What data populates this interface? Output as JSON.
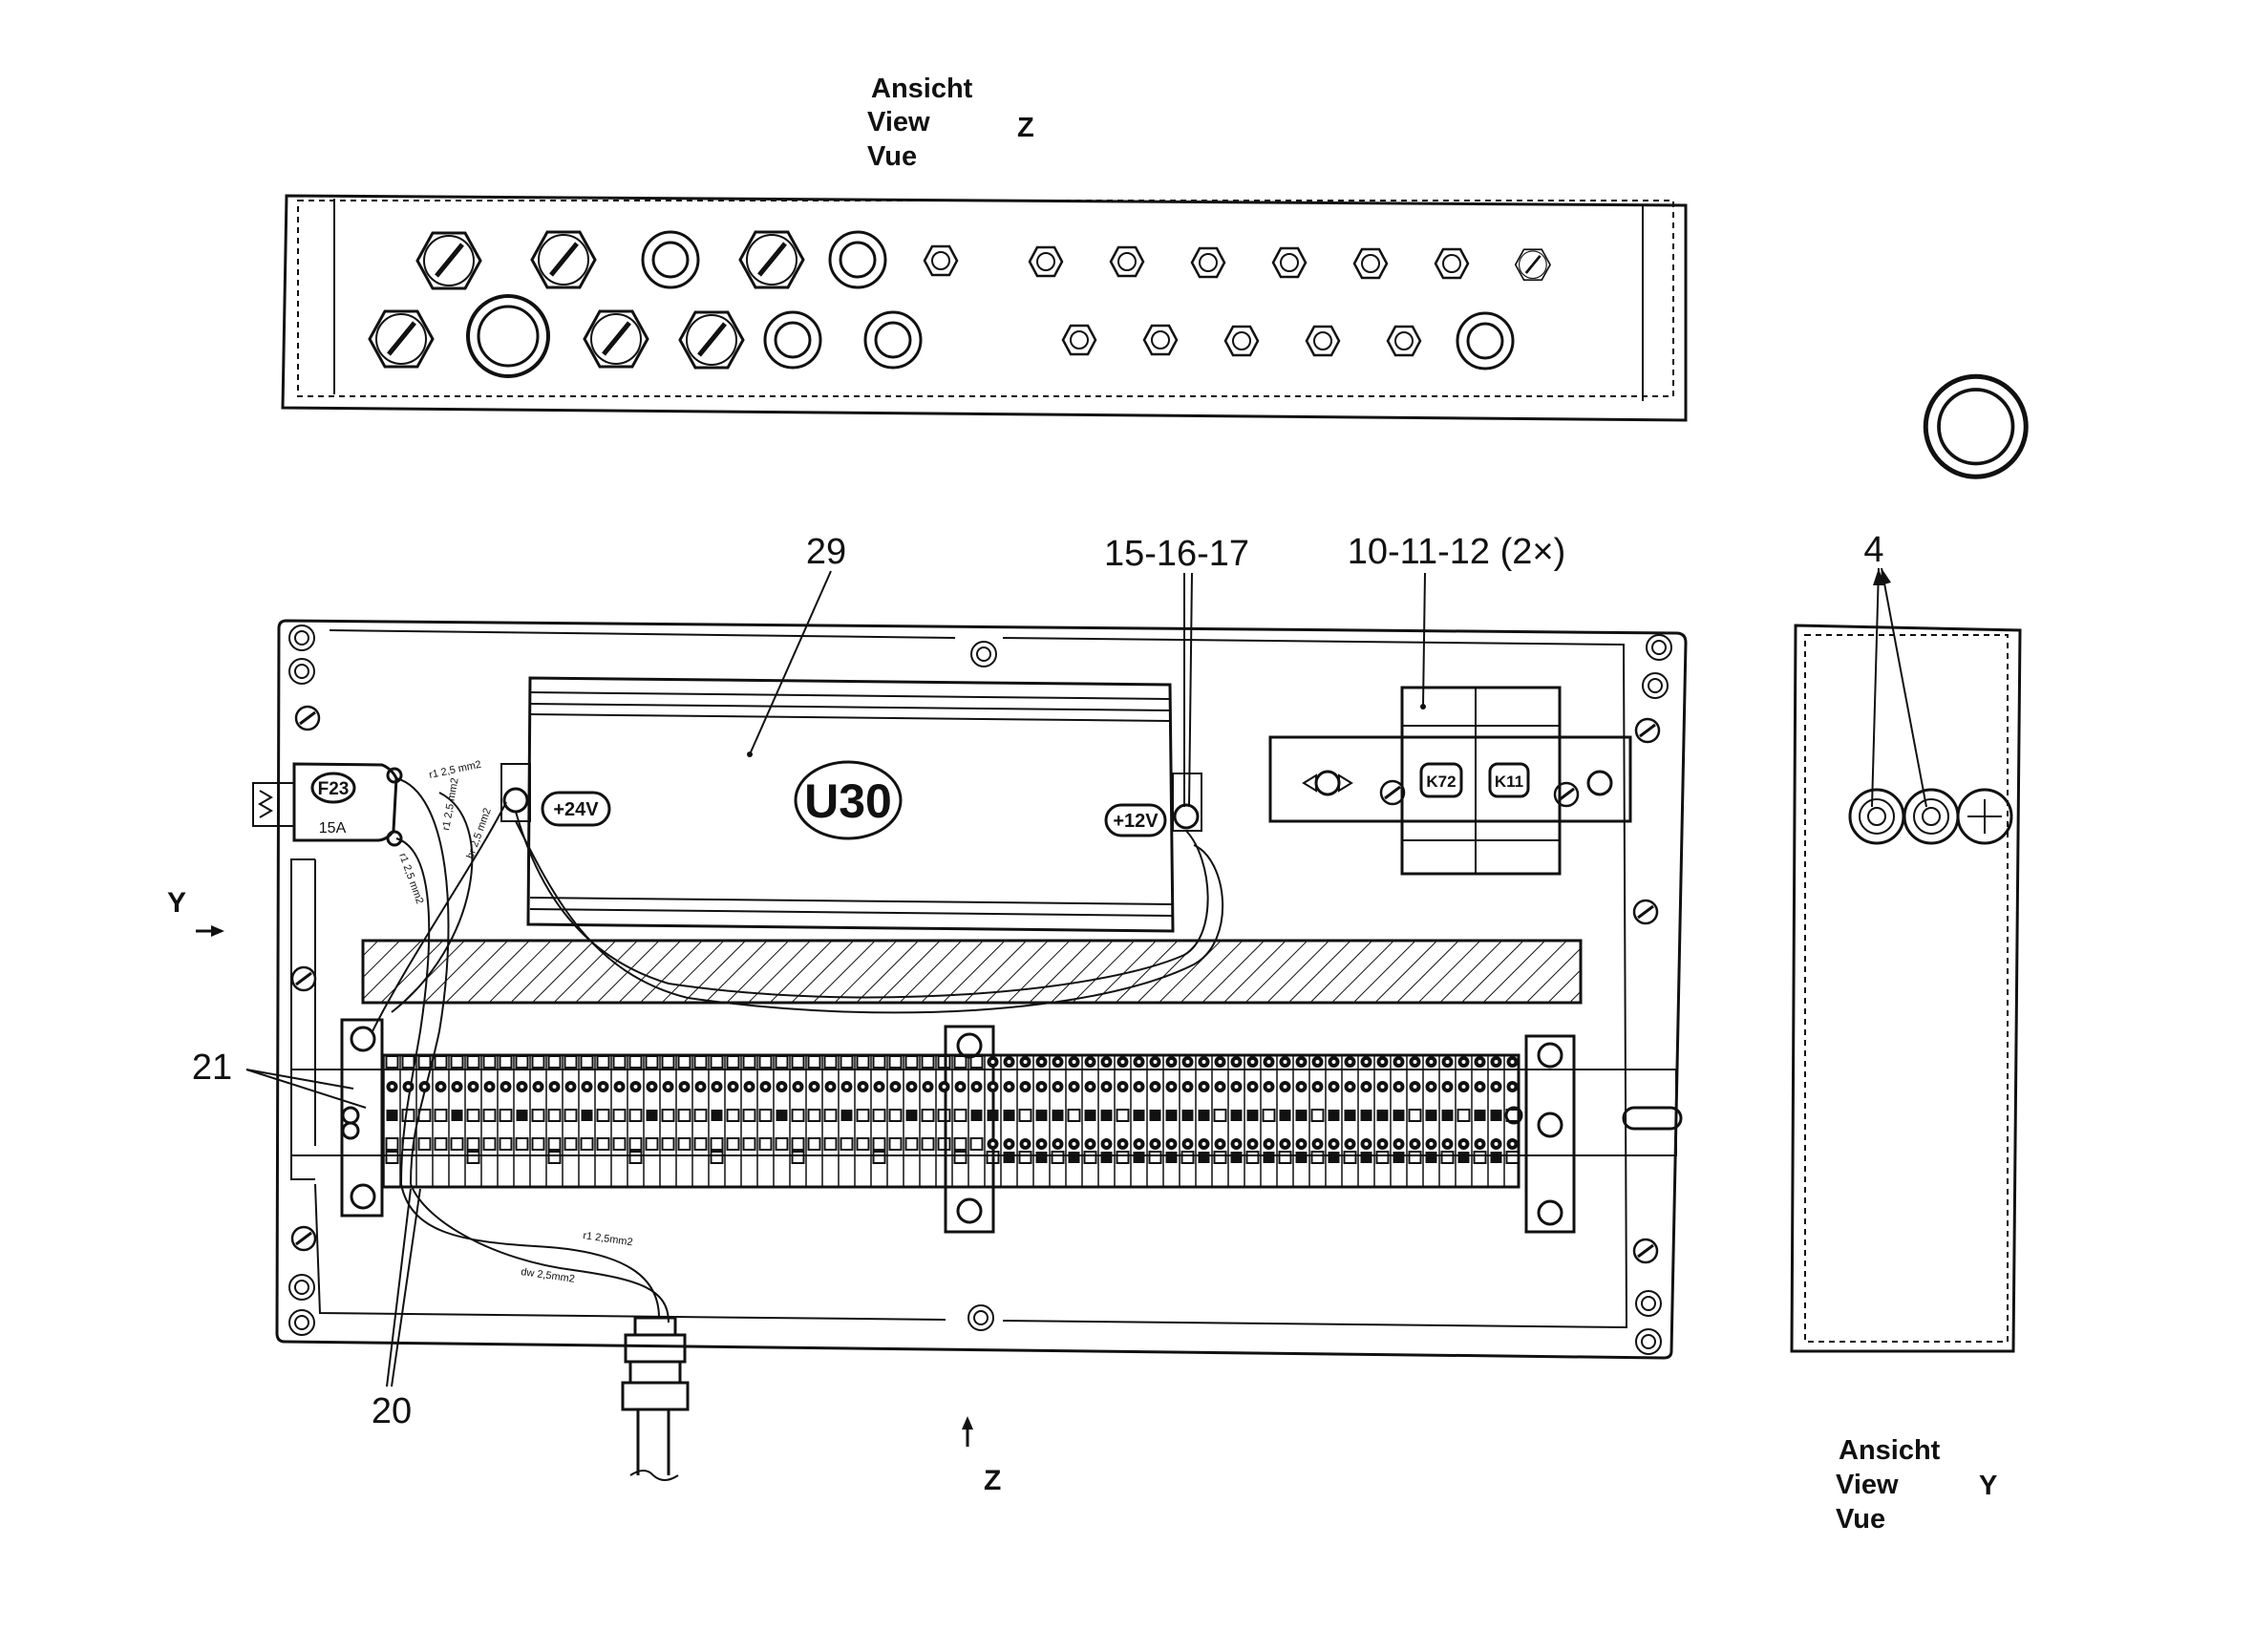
{
  "view_z_top": {
    "line1": "Ansicht",
    "line2": "View",
    "line3": "Vue",
    "letter": "Z"
  },
  "view_y_bottom": {
    "line1": "Ansicht",
    "line2": "View",
    "line3": "Vue",
    "letter": "Y"
  },
  "callouts": {
    "c29": "29",
    "c151617": "15-16-17",
    "c101112": "10-11-12 (2×)",
    "c4": "4",
    "c21": "21",
    "c20": "20"
  },
  "arrows": {
    "y_arrow": "Y",
    "z_arrow": "Z"
  },
  "components": {
    "u30": "U30",
    "plus24": "+24V",
    "plus12": "+12V",
    "f23": "F23",
    "f23_rating": "15A",
    "k72": "K72",
    "k11": "K11"
  },
  "wire_labels": {
    "w1": "r1 2,5 mm2",
    "w2": "r1 2,5 mm2",
    "w3": "r1 2,5 mm2",
    "w4": "br 2,5 mm2",
    "w5": "r1 2,5mm2",
    "w6": "dw 2,5mm2"
  }
}
